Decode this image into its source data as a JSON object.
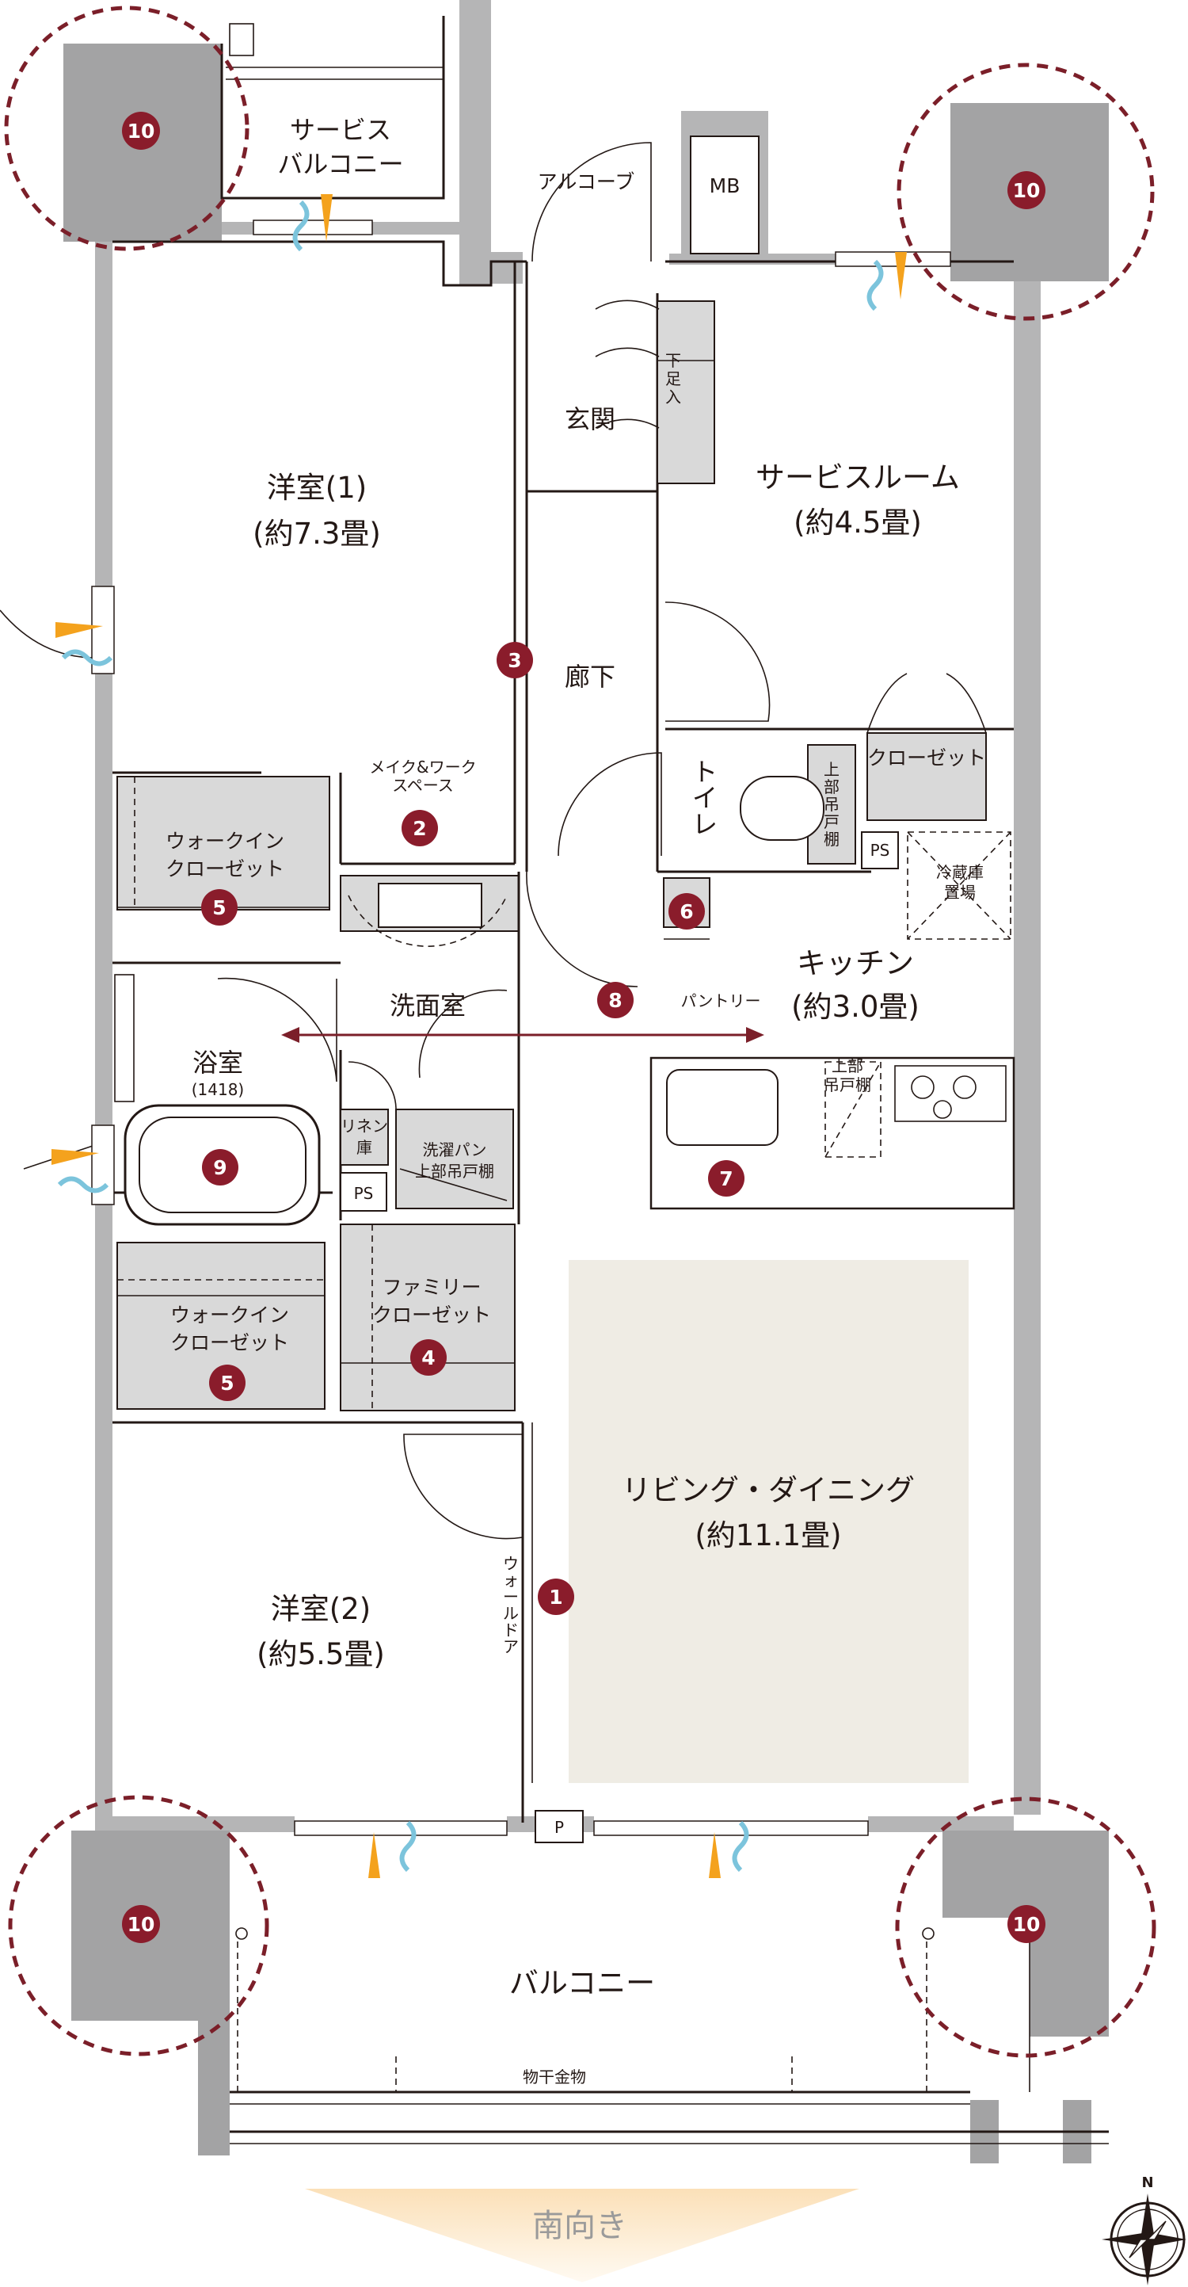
{
  "rooms": {
    "service_balcony": [
      "サービス",
      "バルコニー"
    ],
    "alcove": "アルコーブ",
    "mb": "MB",
    "entrance": "玄関",
    "shoe_box": [
      "下",
      "足",
      "入"
    ],
    "western_room_1": [
      "洋室(1)",
      "(約7.3畳)"
    ],
    "service_room": [
      "サービスルーム",
      "(約4.5畳)"
    ],
    "hallway": "廊下",
    "make_work_space": [
      "メイク&ワーク",
      "スペース"
    ],
    "walk_in_closet_1": [
      "ウォークイン",
      "クローゼット"
    ],
    "toilet": [
      "ト",
      "イ",
      "レ"
    ],
    "toilet_upper_cabinet": [
      "上",
      "部",
      "吊",
      "戸",
      "棚"
    ],
    "closet": "クローゼット",
    "ps_upper": "PS",
    "fridge": [
      "冷蔵庫",
      "置場"
    ],
    "washroom": "洗面室",
    "pantry": "パントリー",
    "kitchen": [
      "キッチン",
      "(約3.0畳)"
    ],
    "bathroom": [
      "浴室",
      "(1418)"
    ],
    "linen": [
      "リネン",
      "庫"
    ],
    "washer_pan": [
      "洗濯パン",
      "上部吊戸棚"
    ],
    "kitchen_upper_cabinet": [
      "上部",
      "吊戸棚"
    ],
    "ps_lower": "PS",
    "walk_in_closet_2": [
      "ウォークイン",
      "クローゼット"
    ],
    "family_closet": [
      "ファミリー",
      "クローゼット"
    ],
    "living_dining": [
      "リビング・ダイニング",
      "(約11.1畳)"
    ],
    "wall_door": [
      "ウ",
      "ォ",
      "ー",
      "ル",
      "ド",
      "ア"
    ],
    "western_room_2": [
      "洋室(2)",
      "(約5.5畳)"
    ],
    "p_box": "P",
    "balcony": "バルコニー",
    "drying_rack": "物干金物"
  },
  "footer": {
    "orientation": "南向き",
    "compass_north": "N"
  },
  "markers": {
    "m1": "1",
    "m2": "2",
    "m3": "3",
    "m4": "4",
    "m5a": "5",
    "m5b": "5",
    "m6": "6",
    "m7": "7",
    "m8": "8",
    "m9": "9",
    "m10a": "10",
    "m10b": "10",
    "m10c": "10",
    "m10d": "10"
  },
  "colors": {
    "wall": "#b5b5b6",
    "storage": "#d9d9d9",
    "living_floor": "#efece4",
    "marker": "#8a1c2b",
    "ventilation_warm": "#f4a21d",
    "ventilation_cool": "#7cc4dc",
    "orientation_band": "#fbe8cc"
  }
}
